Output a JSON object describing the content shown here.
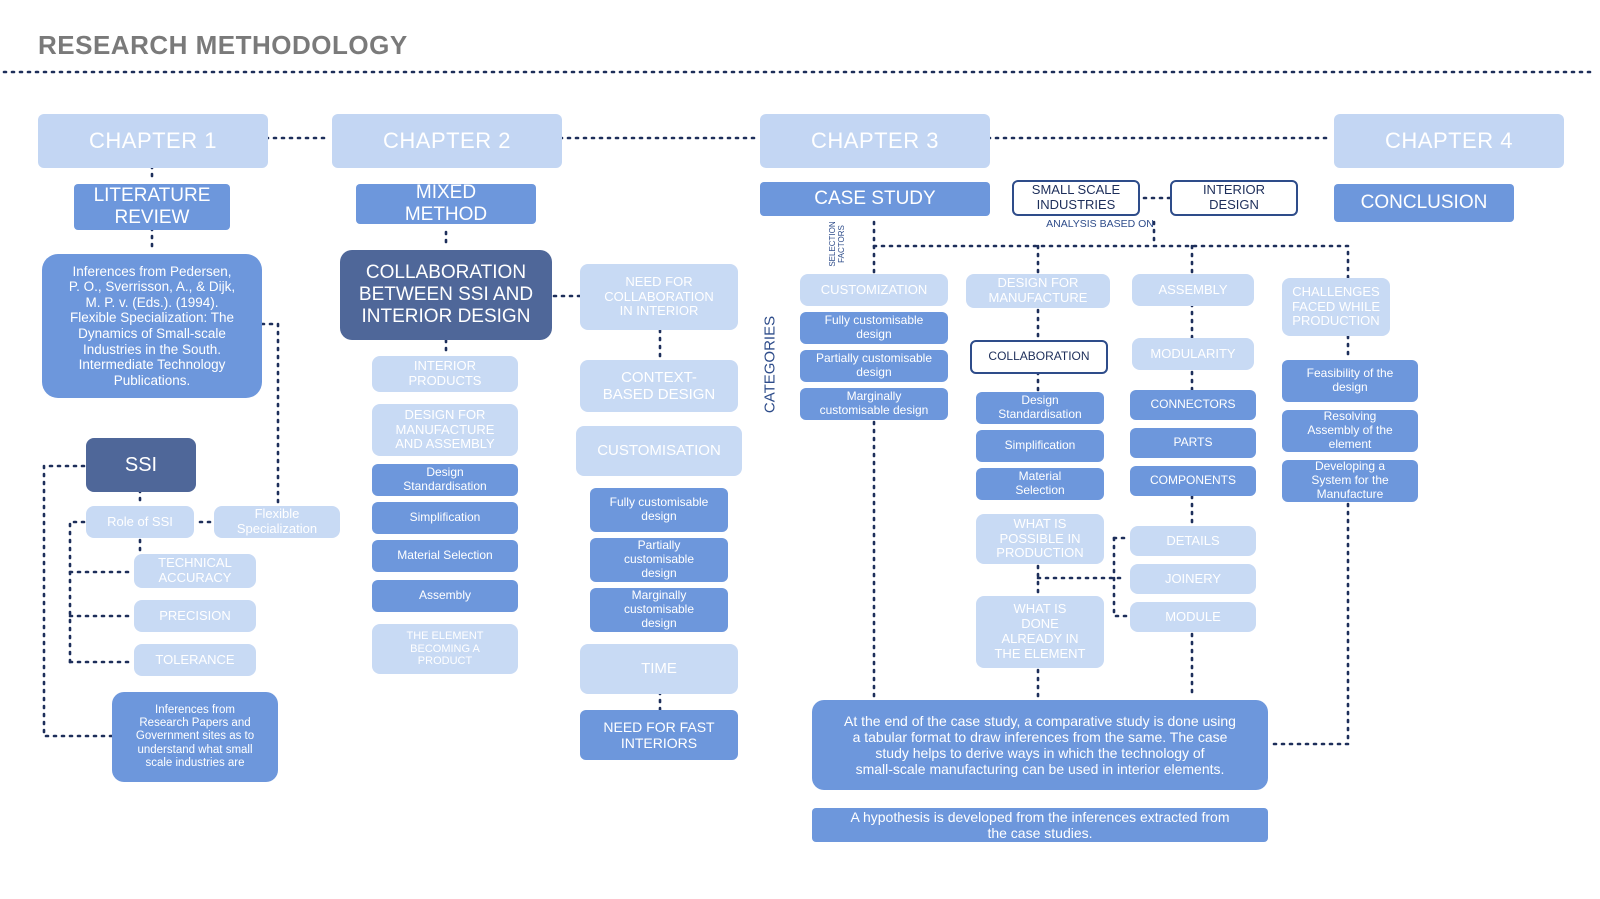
{
  "header": {
    "title": "RESEARCH METHODOLOGY"
  },
  "chapters": {
    "c1": "CHAPTER 1",
    "c2": "CHAPTER 2",
    "c3": "CHAPTER 3",
    "c4": "CHAPTER 4"
  },
  "ch1": {
    "heading": "LITERATURE\nREVIEW",
    "inference": "Inferences from Pedersen,\nP. O., Sverrisson, A., & Dijk,\nM. P. v. (Eds.). (1994).\nFlexible Specialization: The\nDynamics of Small-scale\nIndustries in the South.\nIntermediate Technology\nPublications.",
    "ssi": "SSI",
    "role": "Role of SSI",
    "flexible": "Flexible\nSpecialization",
    "technical": "TECHNICAL\nACCURACY",
    "precision": "PRECISION",
    "tolerance": "TOLERANCE",
    "research": "Inferences from\nResearch Papers and\nGovernment sites as to\nunderstand what small\nscale industries are"
  },
  "ch2": {
    "heading": "MIXED\nMETHOD",
    "collab": "COLLABORATION\nBETWEEN SSI AND\nINTERIOR DESIGN",
    "interior_products": "INTERIOR\nPRODUCTS",
    "dfma": "DESIGN FOR\nMANUFACTURE\nAND ASSEMBLY",
    "design_std": "Design\nStandardisation",
    "simplification": "Simplification",
    "material": "Material Selection",
    "assembly": "Assembly",
    "element_product": "THE ELEMENT\nBECOMING A\nPRODUCT",
    "need_collab": "NEED FOR\nCOLLABORATION\nIN INTERIOR",
    "context": "CONTEXT-\nBASED DESIGN",
    "customisation": "CUSTOMISATION",
    "fully": "Fully customisable\ndesign",
    "partially": "Partially\ncustomisable\ndesign",
    "marginally": "Marginally\ncustomisable\ndesign",
    "time": "TIME",
    "fast": "NEED FOR FAST\nINTERIORS"
  },
  "ch3": {
    "heading": "CASE STUDY",
    "ssi": "SMALL SCALE\nINDUSTRIES",
    "interior": "INTERIOR\nDESIGN",
    "analysis": "ANALYSIS BASED ON",
    "selection": "SELECTION\nFACTORS",
    "categories": "CATEGORIES",
    "customization": "CUSTOMIZATION",
    "fully": "Fully customisable\ndesign",
    "partially": "Partially customisable\ndesign",
    "marginally": "Marginally\ncustomisable design",
    "dfm": "DESIGN FOR\nMANUFACTURE",
    "collaboration": "COLLABORATION",
    "design_std": "Design\nStandardisation",
    "simplification": "Simplification",
    "material": "Material\nSelection",
    "possible": "WHAT IS\nPOSSIBLE IN\nPRODUCTION",
    "done": "WHAT IS\nDONE\nALREADY IN\nTHE ELEMENT",
    "assembly": "ASSEMBLY",
    "modularity": "MODULARITY",
    "connectors": "CONNECTORS",
    "parts": "PARTS",
    "components": "COMPONENTS",
    "details": "DETAILS",
    "joinery": "JOINERY",
    "module": "MODULE",
    "challenges": "CHALLENGES\nFACED WHILE\nPRODUCTION",
    "feasibility": "Feasibility of the\ndesign",
    "resolving": "Resolving\nAssembly of the\nelement",
    "developing": "Developing a\nSystem for the\nManufacture",
    "summary": "At the end of the case study, a comparative study is done using\na tabular format to draw inferences from the same. The case\nstudy helps to derive ways in which the technology of\nsmall-scale manufacturing can be used in interior elements.",
    "hypothesis": "A hypothesis is developed from the inferences extracted from\nthe case studies."
  },
  "ch4": {
    "heading": "CONCLUSION"
  },
  "colors": {
    "chapter": "#c3d6f3",
    "medium": "#6d97dc",
    "dark": "#4f6799",
    "pale": "#c8daf4",
    "line": "#1d2e5a"
  }
}
